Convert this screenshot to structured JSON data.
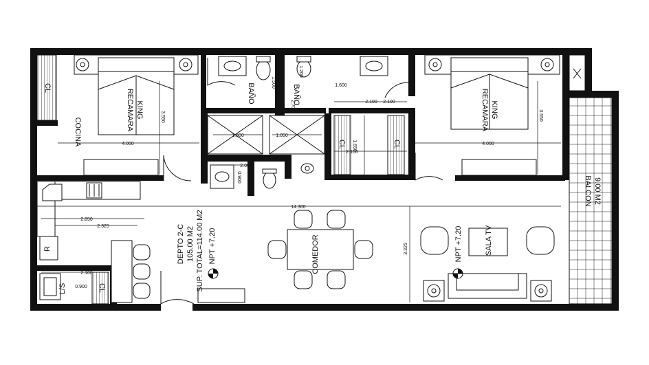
{
  "rooms": {
    "bedroom_left_1": "RECAMARA",
    "bedroom_left_2": "KING",
    "bedroom_right_1": "RECAMARA",
    "bedroom_right_2": "KING",
    "kitchen": "COCINA",
    "bath_left": "BAÑO",
    "bath_right": "BAÑO",
    "closet_left": "CL",
    "closet_mid_left": "CL",
    "closet_mid_right": "CL",
    "closet_laundry": "CL",
    "dining": "COMEDOR",
    "living": "SALA TV",
    "balcony_1": "BALCON",
    "balcony_2": "9.00 M2",
    "laundry": "L/S",
    "fridge": "R"
  },
  "unit_info": {
    "line1": "DEPTO 2-C",
    "line2": "105.00 M2",
    "line3": "SUP. TOTAL=114.00 M2"
  },
  "levels": {
    "left": "NPT +7.20",
    "right": "NPT +7.20"
  },
  "dimensions": {
    "overall": "14.300",
    "bed_left_w": "4.000",
    "bed_left_h": "3.550",
    "bed_right_w": "4.000",
    "bed_right_h": "3.550",
    "shower_left": "1.500",
    "shower_right": "1.050",
    "bath_right_h": "2.700",
    "bath_right_w": "1.600",
    "bath_right_small": "1.200",
    "bath_top_small": "1.500",
    "bath_right_mid": "2.100",
    "closet_h": "1.650",
    "closet_w_a": "2.100",
    "closet_w_b": "2.100",
    "wc_w": "2.000",
    "wc_h": "0.900",
    "kitchen_a": "2.850",
    "kitchen_b": "2.325",
    "laundry_w": "2.100",
    "laundry_h": "0.900",
    "living_h": "3.325"
  },
  "colors": {
    "wall": "#111111",
    "background": "#ffffff",
    "line": "#111111"
  }
}
